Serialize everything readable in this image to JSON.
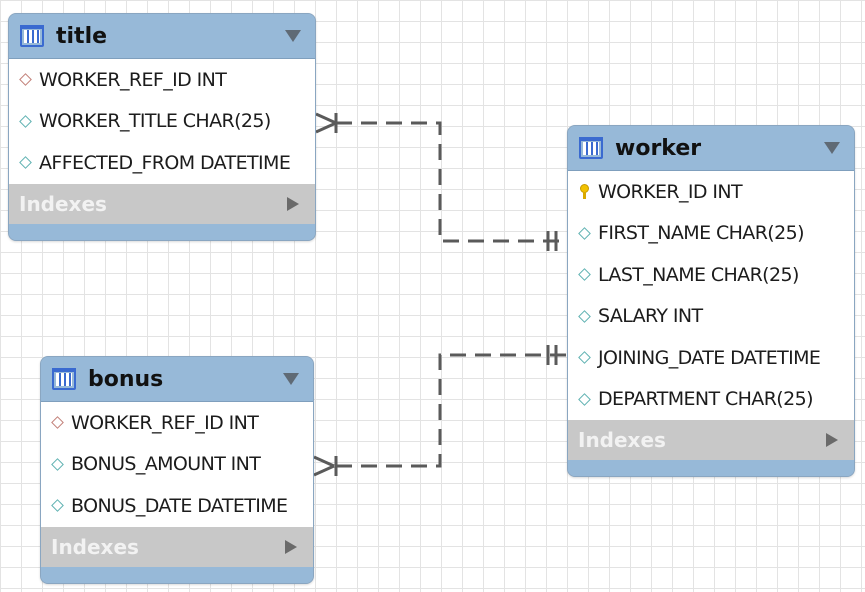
{
  "tables": {
    "title": {
      "name": "title",
      "columns": [
        {
          "text": "WORKER_REF_ID INT",
          "icon": "fk-diamond-icon"
        },
        {
          "text": "WORKER_TITLE CHAR(25)",
          "icon": "column-diamond-icon"
        },
        {
          "text": "AFFECTED_FROM DATETIME",
          "icon": "column-diamond-icon"
        }
      ],
      "indexes_label": "Indexes"
    },
    "bonus": {
      "name": "bonus",
      "columns": [
        {
          "text": "WORKER_REF_ID INT",
          "icon": "fk-diamond-icon"
        },
        {
          "text": "BONUS_AMOUNT INT",
          "icon": "column-diamond-icon"
        },
        {
          "text": "BONUS_DATE DATETIME",
          "icon": "column-diamond-icon"
        }
      ],
      "indexes_label": "Indexes"
    },
    "worker": {
      "name": "worker",
      "columns": [
        {
          "text": "WORKER_ID INT",
          "icon": "primary-key-icon"
        },
        {
          "text": "FIRST_NAME CHAR(25)",
          "icon": "column-diamond-icon"
        },
        {
          "text": "LAST_NAME CHAR(25)",
          "icon": "column-diamond-icon"
        },
        {
          "text": "SALARY INT",
          "icon": "column-diamond-icon"
        },
        {
          "text": "JOINING_DATE DATETIME",
          "icon": "column-diamond-icon"
        },
        {
          "text": "DEPARTMENT CHAR(25)",
          "icon": "column-diamond-icon"
        }
      ],
      "indexes_label": "Indexes"
    }
  },
  "relationships": [
    {
      "from": "title",
      "to": "worker",
      "from_cardinality": "one-or-many",
      "to_cardinality": "exactly-one",
      "style": "dashed"
    },
    {
      "from": "bonus",
      "to": "worker",
      "from_cardinality": "one-or-many",
      "to_cardinality": "exactly-one",
      "style": "dashed"
    }
  ],
  "colors": {
    "header": "#97b9d8",
    "index_bar": "#c8c8c8",
    "link": "#5a5a5a",
    "fk_diamond": "#c27f78",
    "column_diamond": "#5fb2b2",
    "primary_key": "#f2c200"
  }
}
